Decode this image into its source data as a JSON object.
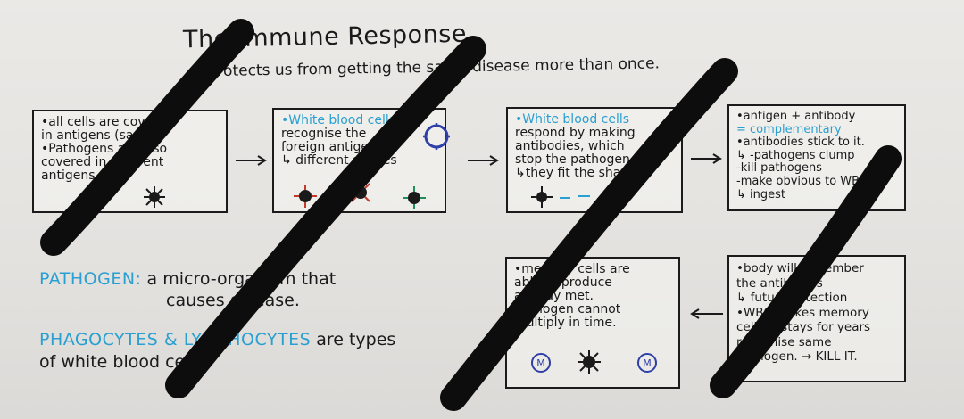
{
  "title": "The Immune Response",
  "subtitle": "↳ protects us from getting the same disease more than once.",
  "boxes": [
    {
      "lines": [
        {
          "text": "•all cells are covered",
          "color": "#1a1a1a"
        },
        {
          "text": " in antigens (same).",
          "color": "#1a1a1a"
        },
        {
          "text": "•Pathogens are also",
          "color": "#1a1a1a"
        },
        {
          "text": " covered in different",
          "color": "#1a1a1a"
        },
        {
          "text": " antigens.",
          "color": "#1a1a1a"
        }
      ]
    },
    {
      "lines": [
        {
          "text": "•White blood cells",
          "color": "#2a9fd1"
        },
        {
          "text": " recognise the",
          "color": "#1a1a1a"
        },
        {
          "text": " foreign antigen.",
          "color": "#1a1a1a"
        },
        {
          "text": " ↳ different shapes",
          "color": "#1a1a1a"
        }
      ]
    },
    {
      "lines": [
        {
          "text": "•White blood cells",
          "color": "#2a9fd1"
        },
        {
          "text": " respond by making",
          "color": "#1a1a1a"
        },
        {
          "text": " antibodies, which",
          "color": "#1a1a1a"
        },
        {
          "text": " stop the pathogen.",
          "color": "#1a1a1a"
        },
        {
          "text": " ↳they fit the shape.",
          "color": "#1a1a1a"
        }
      ]
    },
    {
      "lines": [
        {
          "text": "•antigen + antibody",
          "color": "#1a1a1a"
        },
        {
          "text": " = complementary",
          "color": "#2a9fd1"
        },
        {
          "text": "•antibodies stick to it.",
          "color": "#1a1a1a"
        },
        {
          "text": " ↳ -pathogens clump",
          "color": "#1a1a1a"
        },
        {
          "text": "   -kill pathogens",
          "color": "#1a1a1a"
        },
        {
          "text": "   -make obvious to WBC",
          "color": "#1a1a1a"
        },
        {
          "text": "    ↳ ingest",
          "color": "#1a1a1a"
        }
      ]
    },
    {
      "lines": [
        {
          "text": "•memory cells are",
          "color": "#1a1a1a"
        },
        {
          "text": " able to produce",
          "color": "#1a1a1a"
        },
        {
          "text": " already met.",
          "color": "#1a1a1a"
        },
        {
          "text": " pathogen cannot",
          "color": "#1a1a1a"
        },
        {
          "text": " multiply in time.",
          "color": "#1a1a1a"
        }
      ]
    },
    {
      "lines": [
        {
          "text": "•body will remember",
          "color": "#1a1a1a"
        },
        {
          "text": " the antibodies",
          "color": "#1a1a1a"
        },
        {
          "text": " ↳ future potection",
          "color": "#1a1a1a"
        },
        {
          "text": "•WBC makes memory",
          "color": "#1a1a1a"
        },
        {
          "text": " cells → stays for years",
          "color": "#1a1a1a"
        },
        {
          "text": " recognise same",
          "color": "#1a1a1a"
        },
        {
          "text": " pathogen. → KILL IT.",
          "color": "#1a1a1a"
        }
      ]
    }
  ],
  "icon_labels": {
    "memory_cell": "M"
  },
  "definitions": [
    {
      "term": "PATHOGEN:",
      "rest": "a micro-organism that",
      "line2": "causes disease."
    },
    {
      "term": "PHAGOCYTES & LYMPHOCYTES",
      "rest": "are types",
      "line2": "of white blood cells."
    }
  ],
  "colors": {
    "ink": "#1a1a1a",
    "accent_blue": "#2a9fd1",
    "scratch": "#0d0d0d",
    "paper": "#e8e6e3"
  }
}
